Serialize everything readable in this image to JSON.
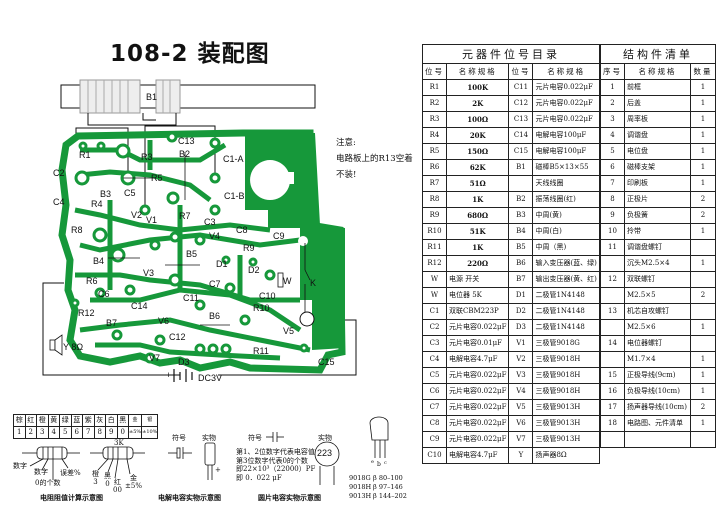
{
  "title": "108-2 装配图",
  "note": [
    "注意:",
    "电路板上的R13空着",
    "不装!"
  ],
  "pcb": {
    "color": "#16983a",
    "labels": [
      "B1",
      "R1",
      "C13",
      "R3",
      "B2",
      "C1-A",
      "C2",
      "R5",
      "B3",
      "C5",
      "C1-B",
      "C4",
      "R4",
      "V2",
      "V1",
      "R7",
      "C3",
      "R8",
      "C8",
      "V4",
      "C9",
      "R9",
      "B5",
      "D1",
      "D2",
      "B4",
      "V3",
      "R6",
      "W",
      "K",
      "C7",
      "C6",
      "C14",
      "C10",
      "C11",
      "R12",
      "R10",
      "B7",
      "V6",
      "B6",
      "V5",
      "C12",
      "Y 8Ω",
      "R11",
      "V7",
      "D3",
      "C15",
      "+",
      "DC3V"
    ]
  },
  "components": {
    "title": "元器件位号目录",
    "headers": [
      "位号",
      "名称规格",
      "位号",
      "名称规格"
    ],
    "rows": [
      [
        "R1",
        "100K",
        "C11",
        "元片电容0.022μF"
      ],
      [
        "R2",
        "2K",
        "C12",
        "元片电容0.022μF"
      ],
      [
        "R3",
        "100Ω",
        "C13",
        "元片电容0.022μF"
      ],
      [
        "R4",
        "20K",
        "C14",
        "电解电容100μF"
      ],
      [
        "R5",
        "150Ω",
        "C15",
        "电解电容100μF"
      ],
      [
        "R6",
        "62K",
        "B1",
        "磁棒B5×13×55"
      ],
      [
        "R7",
        "51Ω",
        "",
        "天线线圈"
      ],
      [
        "R8",
        "1K",
        "B2",
        "振荡线圈(红)"
      ],
      [
        "R9",
        "680Ω",
        "B3",
        "中周(黄)"
      ],
      [
        "R10",
        "51K",
        "B4",
        "中周(白)"
      ],
      [
        "R11",
        "1K",
        "B5",
        "中周（黑)"
      ],
      [
        "R12",
        "220Ω",
        "B6",
        "输入变压器(蓝、绿)"
      ],
      [
        "W",
        "电源 开关",
        "B7",
        "输出变压器(黄、红)"
      ],
      [
        "W",
        "电位器  5K",
        "D1",
        "二极管1N4148"
      ],
      [
        "C1",
        "双联CBM223P",
        "D2",
        "二极管1N4148"
      ],
      [
        "C2",
        "元片电容0.022μF",
        "D3",
        "二极管1N4148"
      ],
      [
        "C3",
        "元片电容0.01μF",
        "V1",
        "三极管9018G"
      ],
      [
        "C4",
        "电解电容4.7μF",
        "V2",
        "三极管9018H"
      ],
      [
        "C5",
        "元片电容0.022μF",
        "V3",
        "三极管9018H"
      ],
      [
        "C6",
        "元片电容0.022μF",
        "V4",
        "三极管9018H"
      ],
      [
        "C7",
        "元片电容0.022μF",
        "V5",
        "三极管9013H"
      ],
      [
        "C8",
        "元片电容0.022μF",
        "V6",
        "三极管9013H"
      ],
      [
        "C9",
        "元片电容0.022μF",
        "V7",
        "三极管9013H"
      ],
      [
        "C10",
        "电解电容4.7μF",
        "Y",
        "扬声器8Ω"
      ]
    ]
  },
  "structure": {
    "title": "结构件清单",
    "headers": [
      "序号",
      "名称规格",
      "数量"
    ],
    "rows": [
      [
        "1",
        "前框",
        "1"
      ],
      [
        "2",
        "后盖",
        "1"
      ],
      [
        "3",
        "周率板",
        "1"
      ],
      [
        "4",
        "调谐盘",
        "1"
      ],
      [
        "5",
        "电位盘",
        "1"
      ],
      [
        "6",
        "磁棒支架",
        "1"
      ],
      [
        "7",
        "印刷板",
        "1"
      ],
      [
        "8",
        "正极片",
        "2"
      ],
      [
        "9",
        "负极簧",
        "2"
      ],
      [
        "10",
        "拎带",
        "1"
      ],
      [
        "11",
        "调谐盘螺钉",
        ""
      ],
      [
        "",
        "沉头M2.5×4",
        "1"
      ],
      [
        "12",
        "双联螺钉",
        ""
      ],
      [
        "",
        "M2.5×5",
        "2"
      ],
      [
        "13",
        "机芯自攻螺钉",
        ""
      ],
      [
        "",
        "M2.5×6",
        "1"
      ],
      [
        "14",
        "电位器螺钉",
        ""
      ],
      [
        "",
        "M1.7×4",
        "1"
      ],
      [
        "15",
        "正极导线(9cm)",
        "1"
      ],
      [
        "16",
        "负极导线(10cm)",
        "1"
      ],
      [
        "17",
        "扬声器导线(10cm)",
        "2"
      ],
      [
        "18",
        "电路图、元件清单",
        "1"
      ],
      [
        "",
        "",
        ""
      ]
    ]
  },
  "color_code": {
    "colors": [
      "棕",
      "红",
      "橙",
      "黄",
      "绿",
      "蓝",
      "紫",
      "灰",
      "白",
      "黑",
      "金",
      "银"
    ],
    "values": [
      "1",
      "2",
      "3",
      "4",
      "5",
      "6",
      "7",
      "8",
      "9",
      "0",
      "±5%",
      "±10%"
    ]
  },
  "resistor_legend": {
    "left": [
      "数字",
      "数字",
      "误差%",
      "0的个数"
    ],
    "right_value": "3K",
    "right": [
      "橙",
      "3",
      "黑",
      "0",
      "红",
      "00",
      "金",
      "±5%"
    ],
    "caption": "电阻阻值计算示意图"
  },
  "electrolytic_legend": {
    "symbol": "符号",
    "real": "实物",
    "plus": "+",
    "caption": "电解电容实物示意图"
  },
  "ceramic_legend": {
    "symbol": "符号",
    "real": "实物",
    "marking": "223",
    "text": [
      "第1、2位数字代表电容值",
      "第3位数字代表0的个数",
      "即22×10³（22000）PF",
      "即 0．022 μF"
    ],
    "caption": "圆片电容实物示意图"
  },
  "transistor_legend": {
    "pins": [
      "e",
      "b",
      "c"
    ],
    "rows": [
      [
        "9018G",
        "β 80–100"
      ],
      [
        "9018H",
        "β 97–146"
      ],
      [
        "9013H",
        "β 144–202"
      ]
    ]
  }
}
